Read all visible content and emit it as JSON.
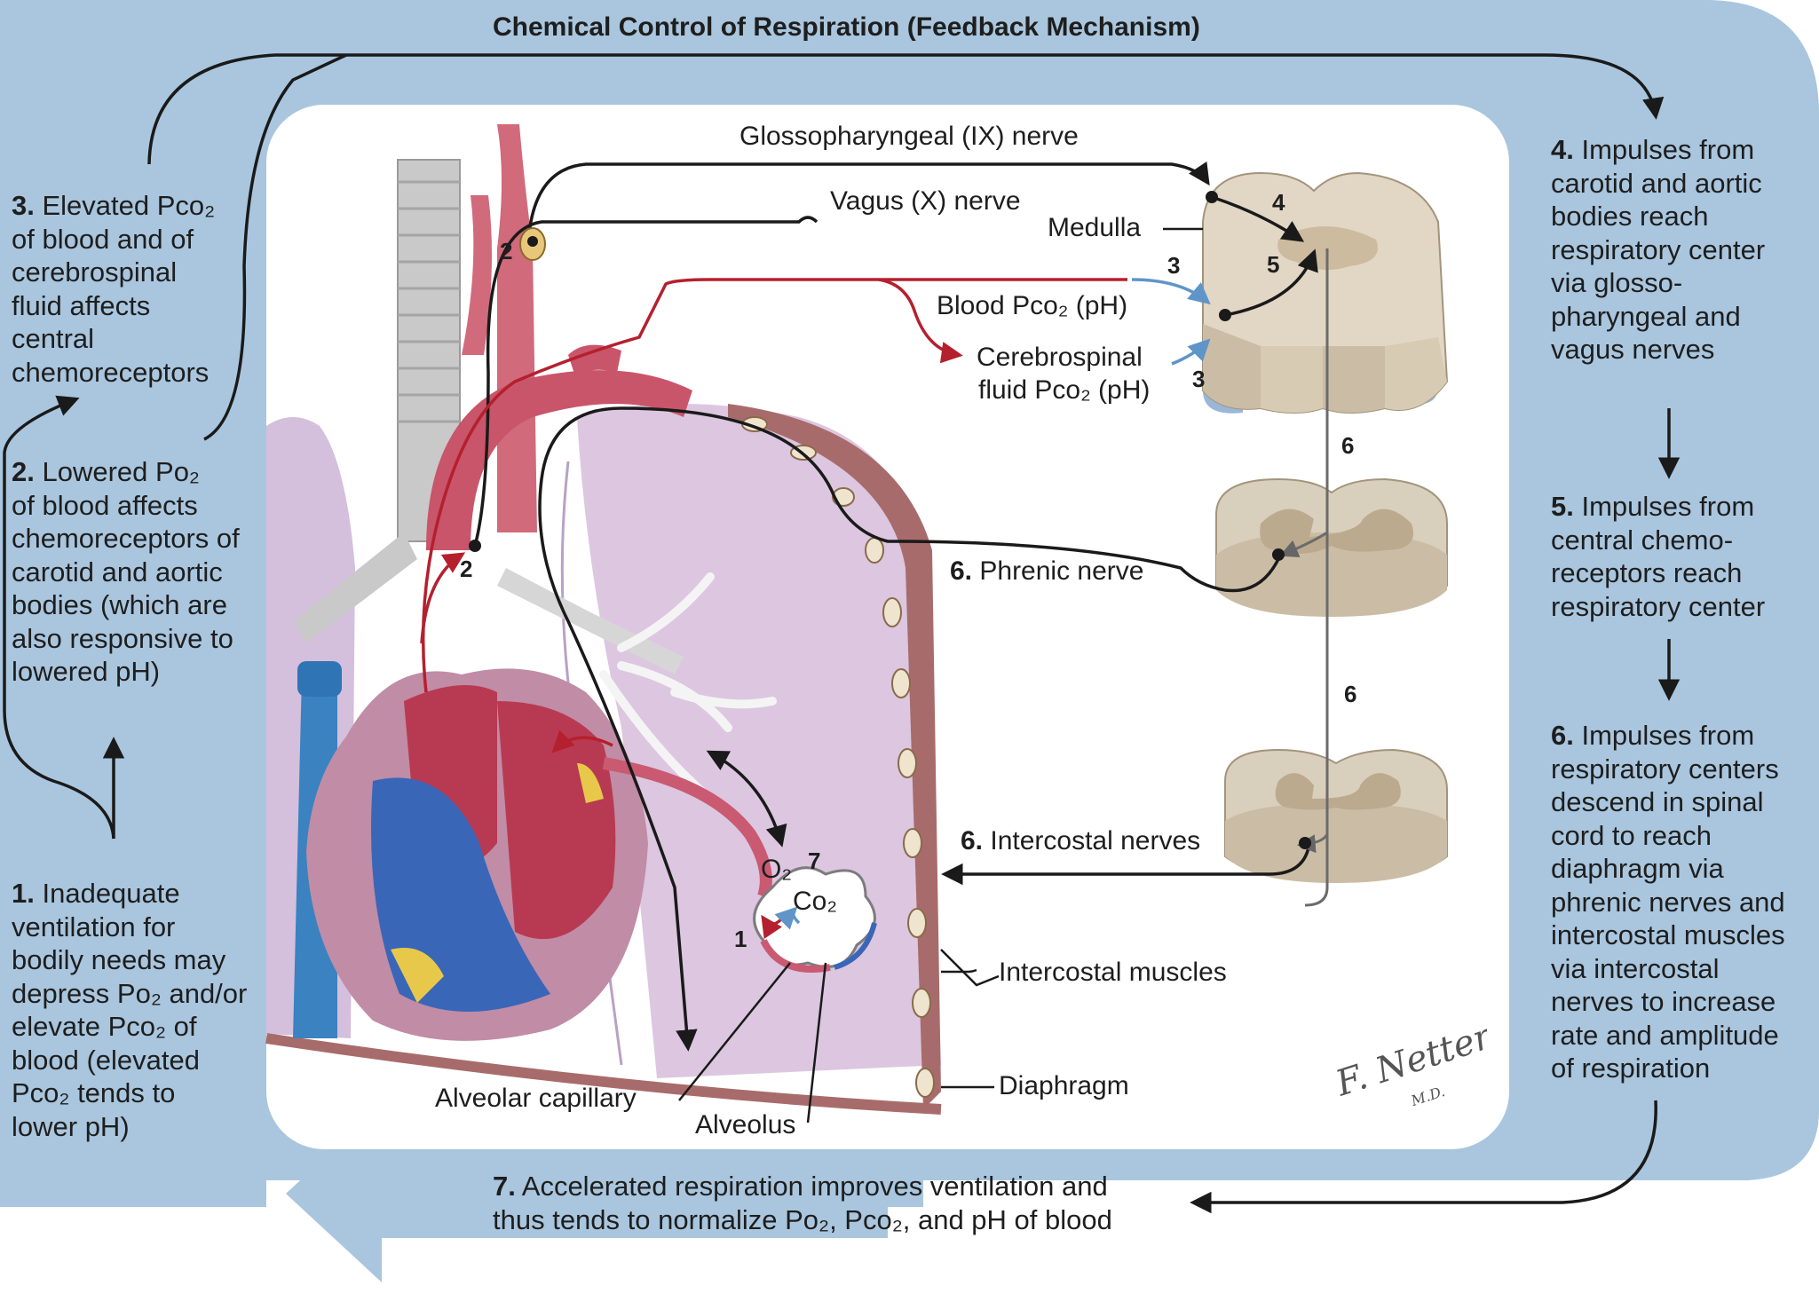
{
  "title": "Chemical Control of Respiration (Feedback Mechanism)",
  "steps": {
    "s1": {
      "num": "1.",
      "text": "Inadequate\nventilation for\nbodily needs may\ndepress Po₂ and/or\nelevate Pco₂ of\nblood (elevated\nPco₂ tends to\nlower pH)"
    },
    "s2": {
      "num": "2.",
      "text": "Lowered Po₂\nof blood affects\nchemoreceptors of\ncarotid and aortic\nbodies (which are\nalso responsive to\nlowered pH)"
    },
    "s3": {
      "num": "3.",
      "text": "Elevated Pco₂\nof blood and of\ncerebrospinal\nfluid affects\ncentral\nchemoreceptors"
    },
    "s4": {
      "num": "4.",
      "text": "Impulses from\ncarotid and aortic\nbodies reach\nrespiratory center\nvia glosso-\npharyngeal and\nvagus nerves"
    },
    "s5": {
      "num": "5.",
      "text": "Impulses from\ncentral chemo-\nreceptors reach\nrespiratory center"
    },
    "s6": {
      "num": "6.",
      "text": "Impulses from\nrespiratory centers\ndescend in spinal\ncord to reach\ndiaphragm via\nphrenic nerves and\nintercostal muscles\nvia intercostal\nnerves to increase\nrate and amplitude\nof respiration"
    },
    "s7": {
      "num": "7.",
      "text": "Accelerated respiration improves ventilation and\nthus tends to normalize Po₂, Pco₂, and pH of blood"
    }
  },
  "labels": {
    "glossopharyngeal": "Glossopharyngeal (IX) nerve",
    "vagus": "Vagus (X) nerve",
    "medulla": "Medulla",
    "blood_pco2": "Blood Pco₂ (pH)",
    "csf_pco2_line1": "Cerebrospinal",
    "csf_pco2_line2": "fluid Pco₂ (pH)",
    "phrenic_num": "6.",
    "phrenic": "Phrenic nerve",
    "intercostal_nerves_num": "6.",
    "intercostal_nerves": "Intercostal nerves",
    "intercostal_muscles": "Intercostal muscles",
    "diaphragm": "Diaphragm",
    "alveolar_capillary": "Alveolar capillary",
    "alveolus": "Alveolus",
    "o2": "O₂",
    "co2": "Co₂"
  },
  "markers": {
    "carotid": "2",
    "aortic": "2",
    "m4": "4",
    "m5": "5",
    "m3a": "3",
    "m3b": "3",
    "m6a": "6",
    "m6b": "6",
    "m7": "7",
    "m1": "1"
  },
  "signature": "F. Netter M.D.",
  "colors": {
    "frame_blue": "#a9c6de",
    "nerve_black": "#1a1a1a",
    "artery_red": "#b5202e",
    "csf_blue": "#5f95c8",
    "lung_lilac": "#d9c1dc",
    "heart_red": "#b83a52",
    "vein_blue": "#3a66b8"
  }
}
